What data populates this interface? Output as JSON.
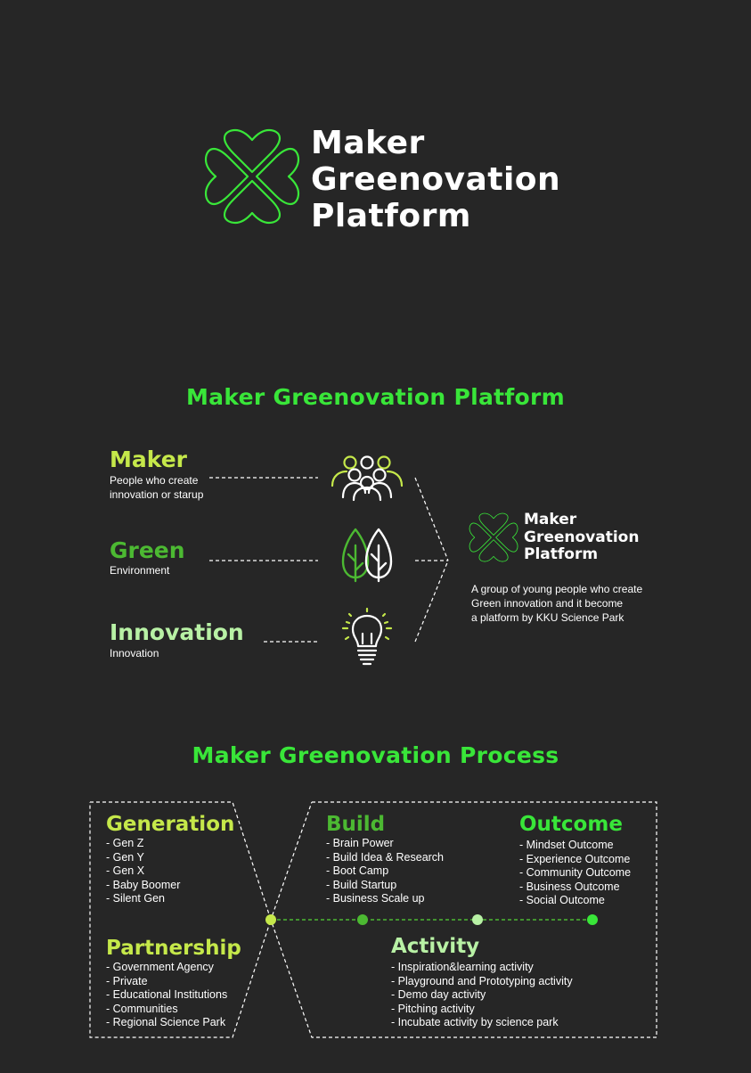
{
  "logo": {
    "lines": [
      "Maker",
      "Greenovation",
      "Platform"
    ]
  },
  "platform_section": {
    "title": "Maker Greenovation Platform",
    "items": [
      {
        "keyword": "Maker",
        "description": [
          "People who create",
          "innovation or starup"
        ],
        "color": "#c5e84a"
      },
      {
        "keyword": "Green",
        "description": [
          "Environment"
        ],
        "color": "#4cb932"
      },
      {
        "keyword": "Innovation",
        "description": [
          "Innovation"
        ],
        "color": "#b8f1a5"
      }
    ],
    "result": {
      "logo_lines": [
        "Maker",
        "Greenovation",
        "Platform"
      ],
      "description": [
        "A group of young people who create",
        "Green innovation and it become",
        "a platform by KKU Science Park"
      ]
    }
  },
  "process_section": {
    "title": "Maker Greenovation Process",
    "groups": {
      "generation": {
        "title": "Generation",
        "color": "#c5e84a",
        "items": [
          "- Gen Z",
          "- Gen Y",
          "- Gen X",
          "- Baby Boomer",
          "- Silent Gen"
        ]
      },
      "partnership": {
        "title": "Partnership",
        "color": "#c5e84a",
        "items": [
          "- Government Agency",
          "- Private",
          "- Educational Institutions",
          "- Communities",
          "- Regional Science Park"
        ]
      },
      "build": {
        "title": "Build",
        "color": "#4cb932",
        "items": [
          "- Brain Power",
          "- Build Idea & Research",
          "- Boot Camp",
          "- Build Startup",
          "- Business Scale up"
        ]
      },
      "outcome": {
        "title": "Outcome",
        "color": "#39e639",
        "items": [
          "- Mindset Outcome",
          "- Experience Outcome",
          "- Community Outcome",
          "- Business Outcome",
          "- Social Outcome"
        ]
      },
      "activity": {
        "title": "Activity",
        "color": "#b8f1a5",
        "items": [
          "- Inspiration&learning activity",
          "- Playground and Prototyping activity",
          "- Demo day activity",
          "- Pitching activity",
          "- Incubate activity by science park"
        ]
      }
    },
    "timeline_dot_colors": [
      "#c5e84a",
      "#4cb932",
      "#b8f1a5",
      "#39e639"
    ]
  },
  "colors": {
    "background": "#262626",
    "accent": "#39e639",
    "lime": "#c5e84a",
    "green": "#4cb932",
    "mint": "#b8f1a5"
  },
  "icons": [
    "clover-logo-icon",
    "people-group-icon",
    "trees-icon",
    "lightbulb-icon",
    "small-clover-logo-icon"
  ]
}
